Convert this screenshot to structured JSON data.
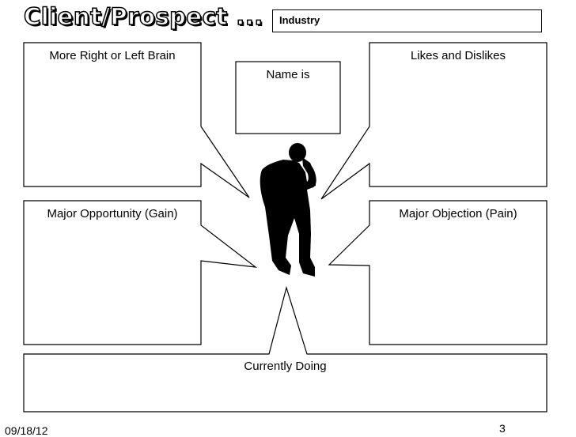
{
  "header": {
    "title": "Client/Prospect ...",
    "industry_label": "Industry"
  },
  "callouts": {
    "top_left": "More Right or Left Brain",
    "top_center": "Name is",
    "top_right": "Likes and Dislikes",
    "mid_left": "Major Opportunity (Gain)",
    "mid_right": "Major Objection (Pain)",
    "bottom": "Currently Doing"
  },
  "footer": {
    "date": "09/18/12",
    "page_number": "3"
  },
  "icons": {
    "center_figure": "thinking-person-silhouette-icon"
  }
}
